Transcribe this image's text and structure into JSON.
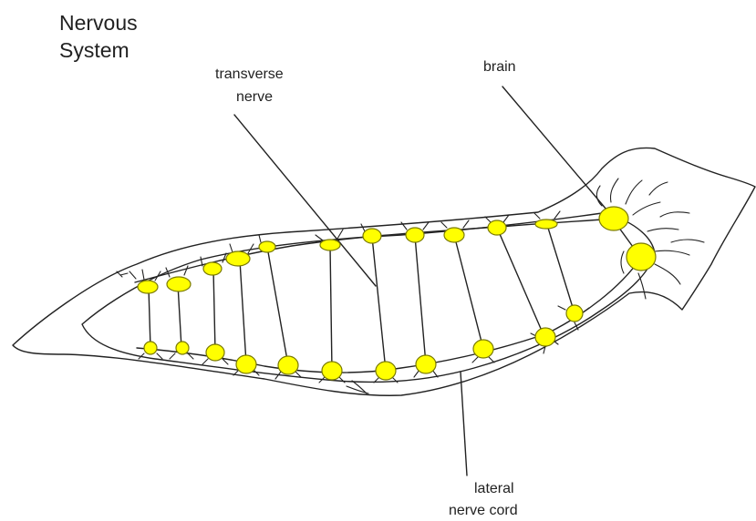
{
  "title": {
    "line1": "Nervous",
    "line2": "System"
  },
  "labels": {
    "transverse_nerve_line1": "transverse",
    "transverse_nerve_line2": "nerve",
    "brain": "brain",
    "lateral_nerve_cord_line1": "lateral",
    "lateral_nerve_cord_line2": "nerve cord"
  },
  "colors": {
    "ganglion_fill": "#ffff00",
    "ganglion_stroke": "#7a7a00",
    "outline": "#222222"
  }
}
